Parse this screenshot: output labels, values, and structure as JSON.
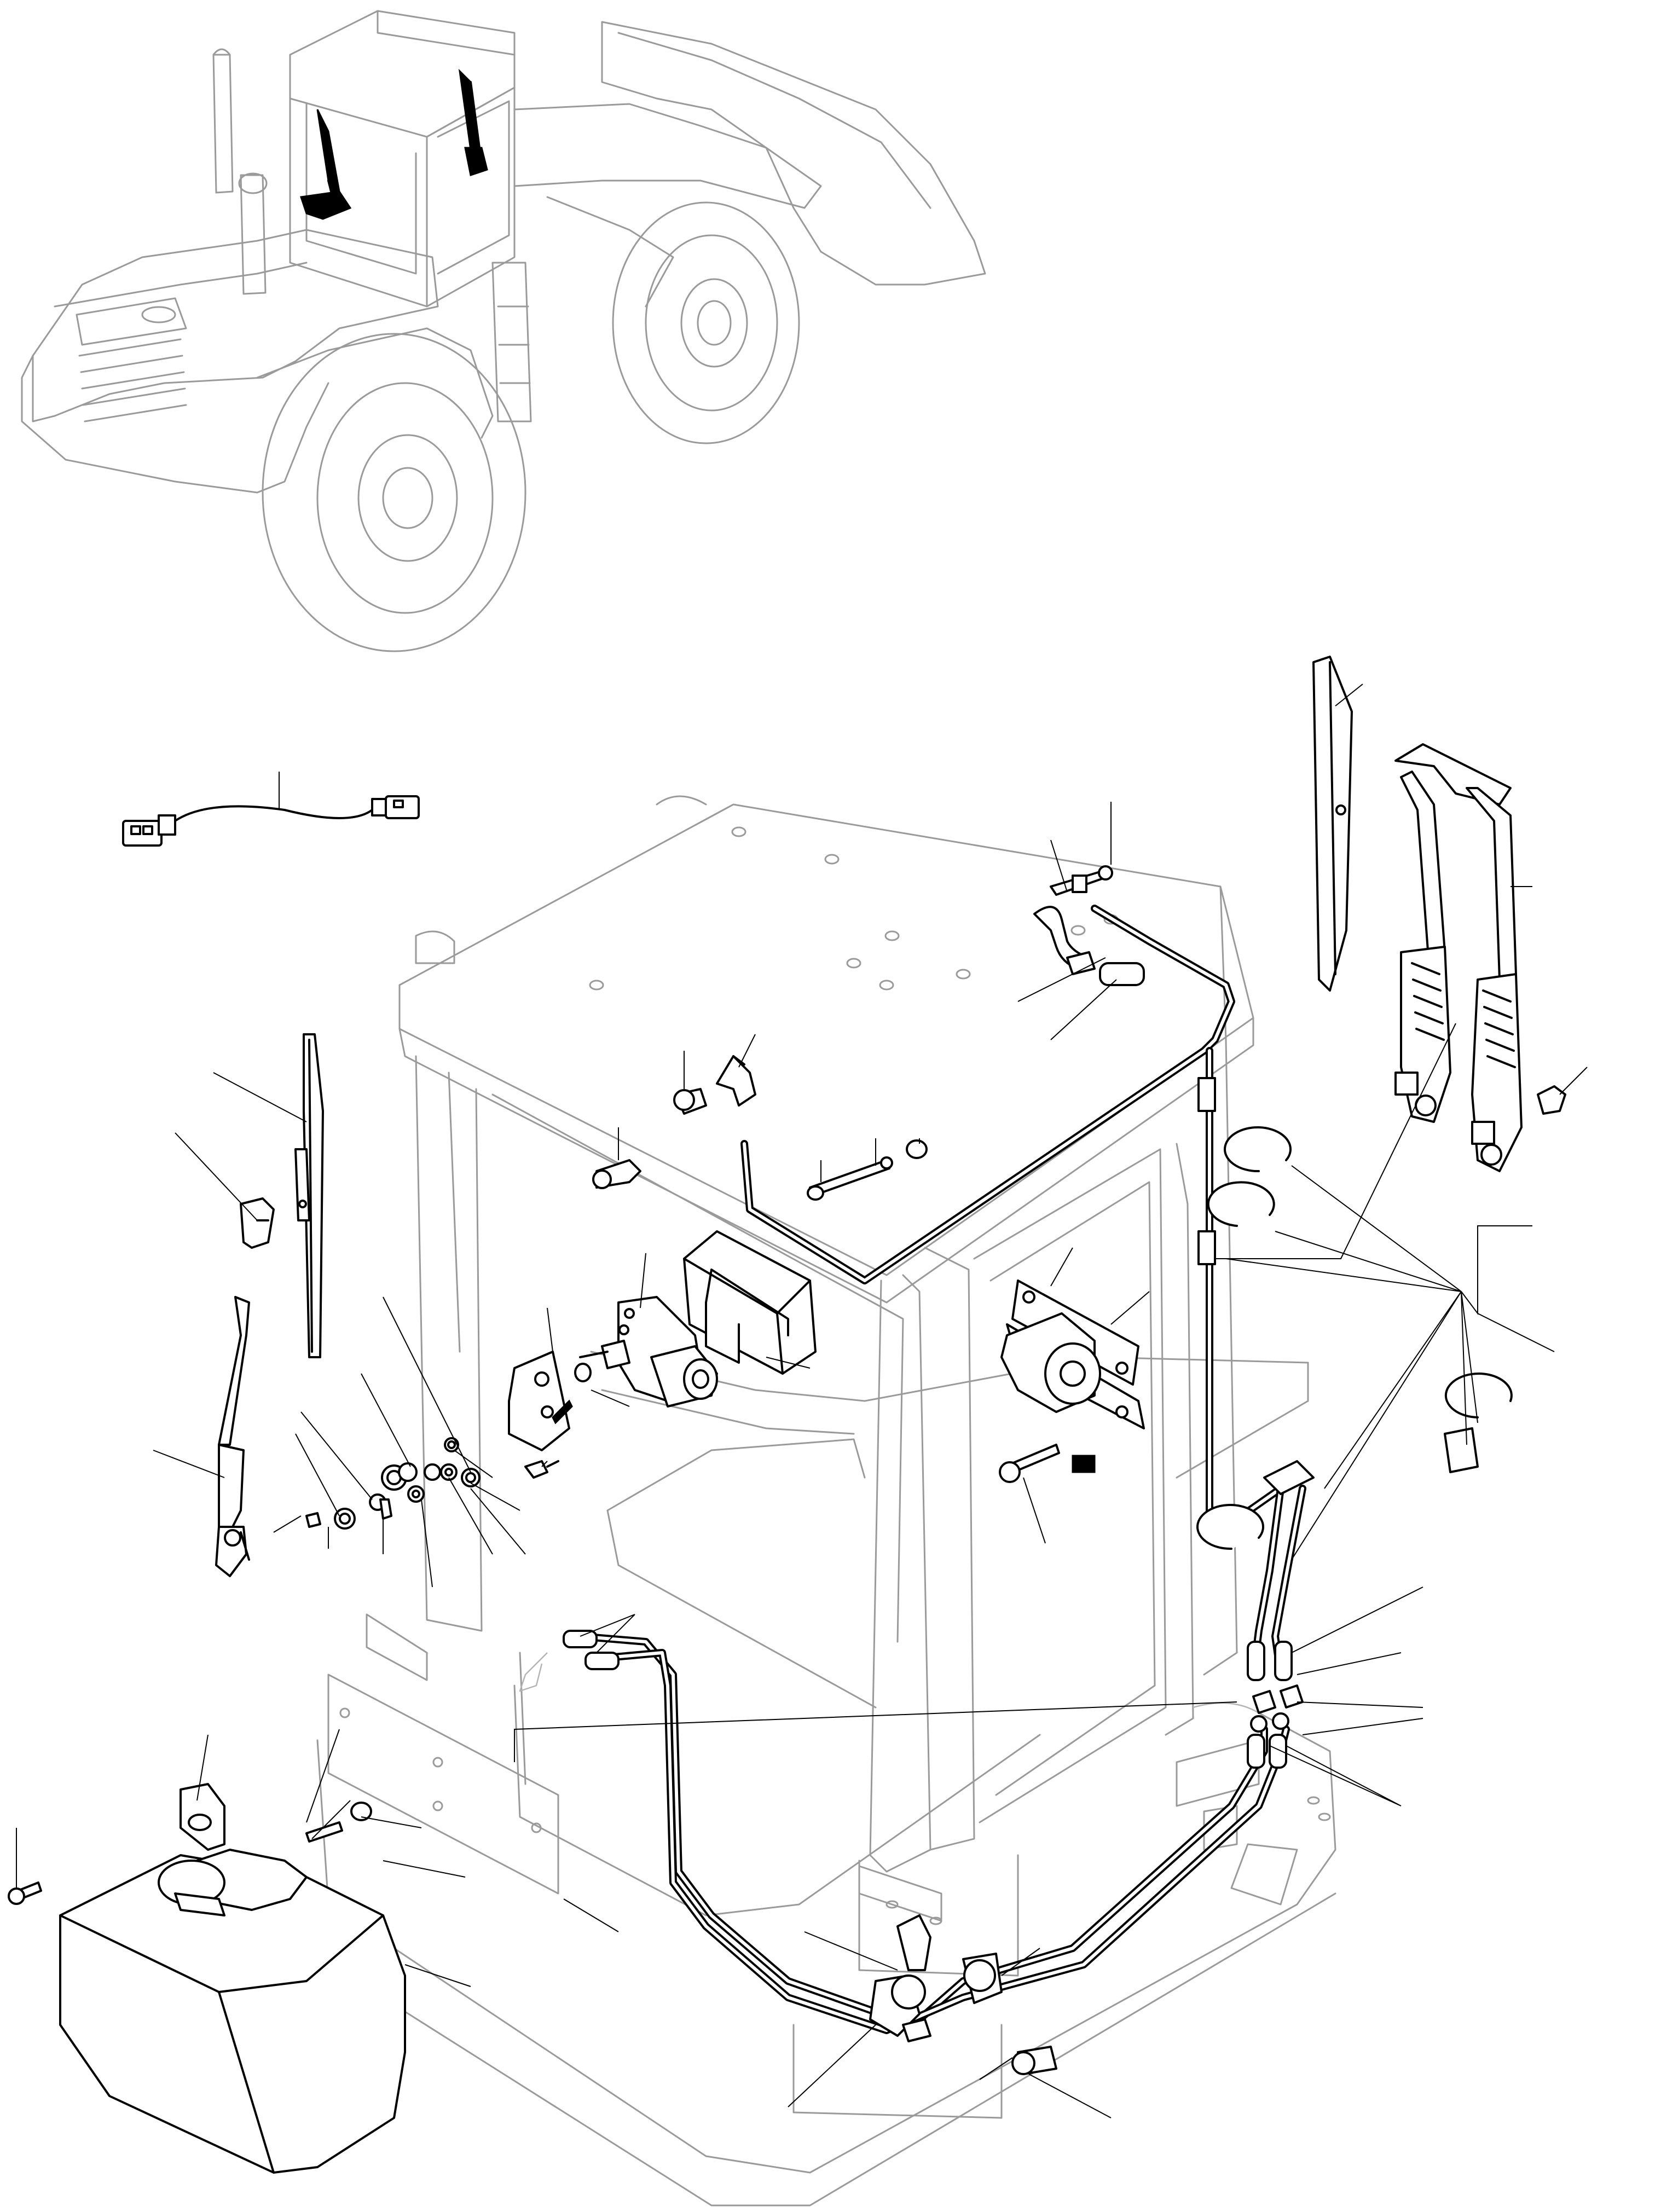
{
  "figure": {
    "title": "",
    "callouts": []
  },
  "colors": {
    "line_heavy": "#000000",
    "line_light": "#9a9a9a",
    "background": "#ffffff"
  },
  "icons": {
    "overview": "wheel-loader-illustration",
    "cab": "operator-cab-outline",
    "tank": "washer-tank-illustration"
  }
}
